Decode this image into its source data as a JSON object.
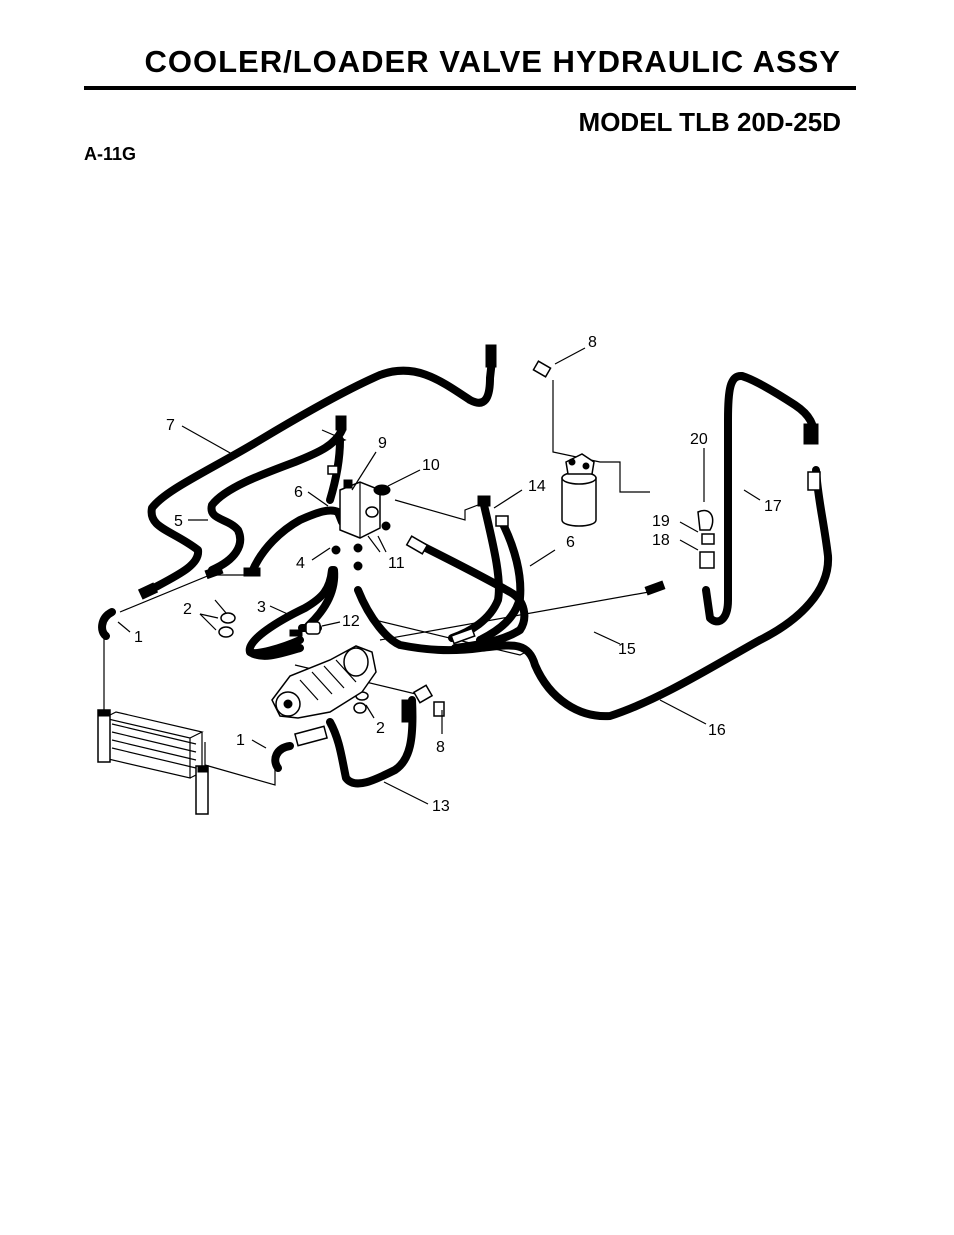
{
  "header": {
    "title": "COOLER/LOADER VALVE HYDRAULIC ASSY",
    "model": "MODEL TLB 20D-25D",
    "page_code": "A-11G"
  },
  "callouts": [
    {
      "id": "c1a",
      "label": "1"
    },
    {
      "id": "c1b",
      "label": "1"
    },
    {
      "id": "c2a",
      "label": "2"
    },
    {
      "id": "c2b",
      "label": "2"
    },
    {
      "id": "c3",
      "label": "3"
    },
    {
      "id": "c4",
      "label": "4"
    },
    {
      "id": "c5",
      "label": "5"
    },
    {
      "id": "c6a",
      "label": "6"
    },
    {
      "id": "c6b",
      "label": "6"
    },
    {
      "id": "c7",
      "label": "7"
    },
    {
      "id": "c8a",
      "label": "8"
    },
    {
      "id": "c8b",
      "label": "8"
    },
    {
      "id": "c9",
      "label": "9"
    },
    {
      "id": "c10",
      "label": "10"
    },
    {
      "id": "c11",
      "label": "11"
    },
    {
      "id": "c12",
      "label": "12"
    },
    {
      "id": "c13",
      "label": "13"
    },
    {
      "id": "c14",
      "label": "14"
    },
    {
      "id": "c15",
      "label": "15"
    },
    {
      "id": "c16",
      "label": "16"
    },
    {
      "id": "c17",
      "label": "17"
    },
    {
      "id": "c18",
      "label": "18"
    },
    {
      "id": "c19",
      "label": "19"
    },
    {
      "id": "c20",
      "label": "20"
    }
  ]
}
